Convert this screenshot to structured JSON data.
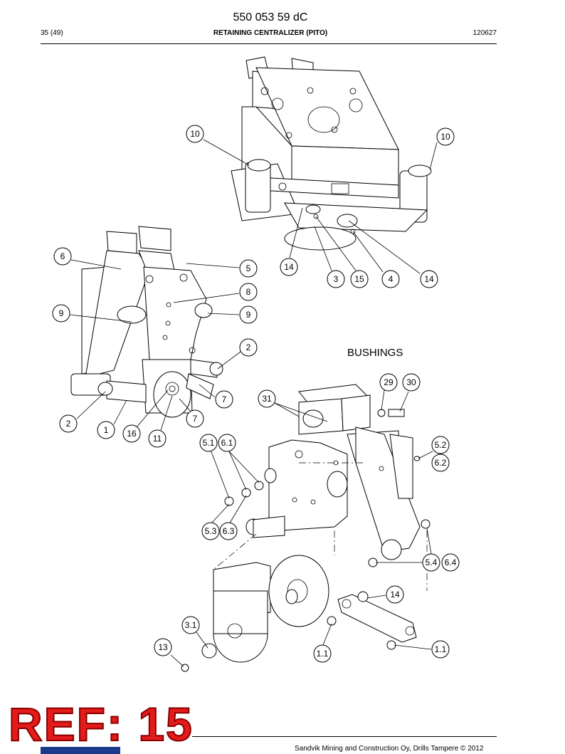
{
  "header": {
    "doc_number": "550 053 59 dC",
    "page_ref": "35 (49)",
    "title": "RETAINING CENTRALIZER (PITO)",
    "date_code": "120627"
  },
  "section_label": "BUSHINGS",
  "stamp": "REF: 15",
  "footer": {
    "copyright": "Sandvik Mining and Construction Oy, Drills Tampere © 2012"
  },
  "callouts": {
    "c10a": "10",
    "c10b": "10",
    "c14a": "14",
    "c3": "3",
    "c15": "15",
    "c4": "4",
    "c14b": "14",
    "c6": "6",
    "c5": "5",
    "c8": "8",
    "c9a": "9",
    "c9b": "9",
    "c2a": "2",
    "c7a": "7",
    "c7b": "7",
    "c2b": "2",
    "c1": "1",
    "c16": "16",
    "c11": "11",
    "c29": "29",
    "c30": "30",
    "c31": "31",
    "c51": "5.1",
    "c61": "6.1",
    "c52": "5.2",
    "c62": "6.2",
    "c53": "5.3",
    "c63": "6.3",
    "c54": "5.4",
    "c64": "6.4",
    "c14c": "14",
    "c31b": "3.1",
    "c13": "13",
    "c11a": "1.1",
    "c11b": "1.1"
  }
}
